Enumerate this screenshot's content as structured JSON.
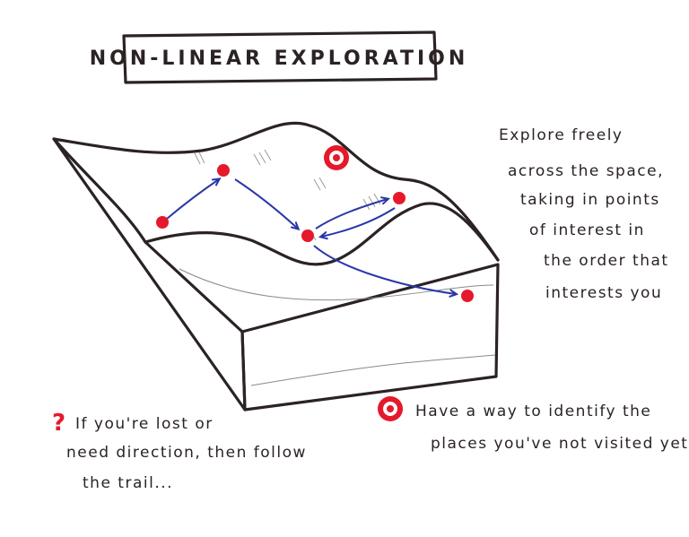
{
  "title": "NON-LINEAR EXPLORATION",
  "notes": {
    "explore": [
      "Explore freely",
      "across the space,",
      "taking in points",
      "of interest in",
      "the order that",
      "interests you"
    ],
    "lost": [
      "If you're lost or",
      "need direction, then follow",
      "the trail..."
    ],
    "identify": [
      "Have a way to identify the",
      "places you've not visited yet."
    ]
  },
  "icons": {
    "question": "?",
    "question_icon": "question-mark-icon",
    "unvisited_icon": "target-ring-icon"
  },
  "colors": {
    "ink": "#2b2323",
    "poi": "#e5192b",
    "trail": "#2a37a8"
  }
}
